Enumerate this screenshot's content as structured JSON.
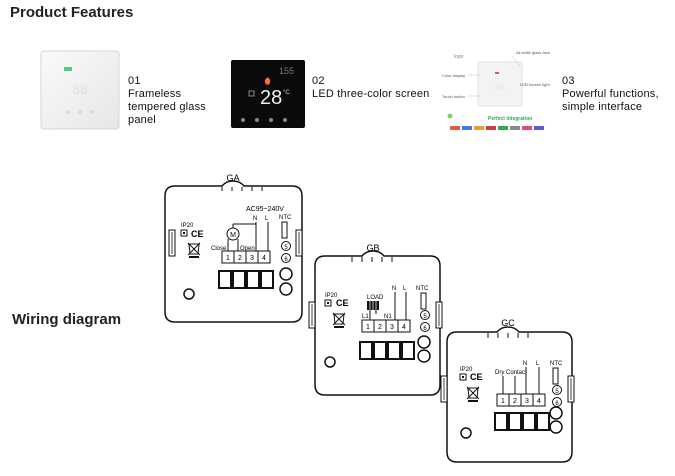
{
  "product_features": {
    "title": "Product Features",
    "items": [
      {
        "number": "01",
        "lines": [
          "Frameless",
          "tempered glass",
          "panel"
        ]
      },
      {
        "number": "02",
        "lines": [
          "LED three-color screen"
        ]
      },
      {
        "number": "03",
        "lines": [
          "Powerful functions,",
          "simple interface"
        ]
      }
    ],
    "screen_display": {
      "time": "155",
      "temp": "28",
      "unit": "°C"
    },
    "diagram_labels": {
      "top_right": "All white glass face",
      "left_1": "Color display",
      "left_2": "Touch button",
      "right_1": "LCD screen light",
      "banner": "Perfect integration"
    }
  },
  "wiring": {
    "title": "Wiring diagram",
    "ga": {
      "label": "GA",
      "ip": "IP20",
      "ce": "CE",
      "voltage": "AC95~240V",
      "n": "N",
      "l": "L",
      "ntc": "NTC",
      "close": "Close",
      "open": "Open",
      "m": "M",
      "terminals": [
        "1",
        "2",
        "3",
        "4"
      ],
      "ntc_terminals": [
        "5",
        "6"
      ]
    },
    "gb": {
      "label": "GB",
      "ip": "IP20",
      "ce": "CE",
      "load": "LOAD",
      "l1": "L1",
      "n1": "N1",
      "n": "N",
      "l": "L",
      "ntc": "NTC",
      "terminals": [
        "1",
        "2",
        "3",
        "4"
      ],
      "ntc_terminals": [
        "5",
        "6"
      ]
    },
    "gc": {
      "label": "GC",
      "ip": "IP20",
      "ce": "CE",
      "dry": "Dry Contact",
      "n": "N",
      "l": "L",
      "ntc": "NTC",
      "terminals": [
        "1",
        "2",
        "3",
        "4"
      ],
      "ntc_terminals": [
        "5",
        "6"
      ]
    }
  }
}
